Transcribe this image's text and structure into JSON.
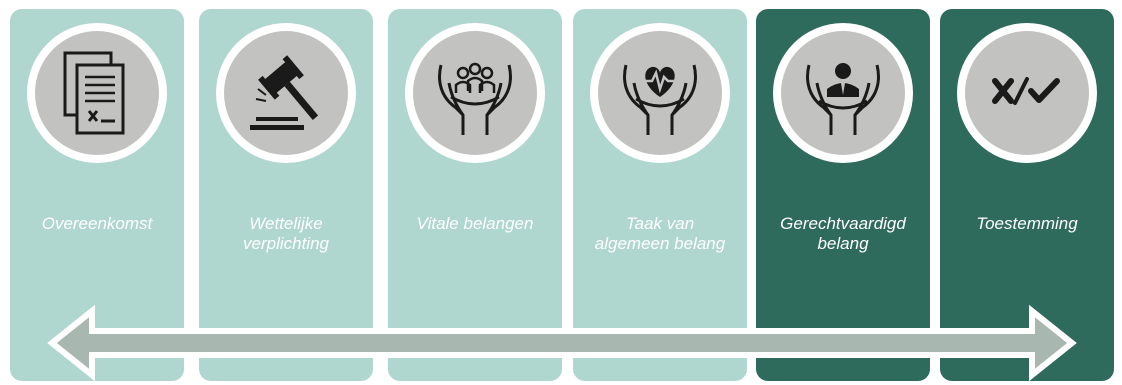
{
  "panels": [
    {
      "label_lines": [
        "Overeenkomst"
      ],
      "icon": "contract-document-icon",
      "theme": "light"
    },
    {
      "label_lines": [
        "Wettelijke",
        "verplichting"
      ],
      "icon": "gavel-icon",
      "theme": "light"
    },
    {
      "label_lines": [
        "Vitale belangen"
      ],
      "icon": "hands-people-icon",
      "theme": "light"
    },
    {
      "label_lines": [
        "Taak van",
        "algemeen belang"
      ],
      "icon": "hands-heart-icon",
      "theme": "light"
    },
    {
      "label_lines": [
        "Gerechtvaardigd",
        "belang"
      ],
      "icon": "hands-person-icon",
      "theme": "dark"
    },
    {
      "label_lines": [
        "Toestemming"
      ],
      "icon": "consent-cross-check-icon",
      "theme": "dark"
    }
  ],
  "colors": {
    "light_panel": "#afd6cf",
    "dark_panel": "#2f6b5d",
    "circle": "#c2c2c0",
    "arrow": "#a9b7b1"
  }
}
